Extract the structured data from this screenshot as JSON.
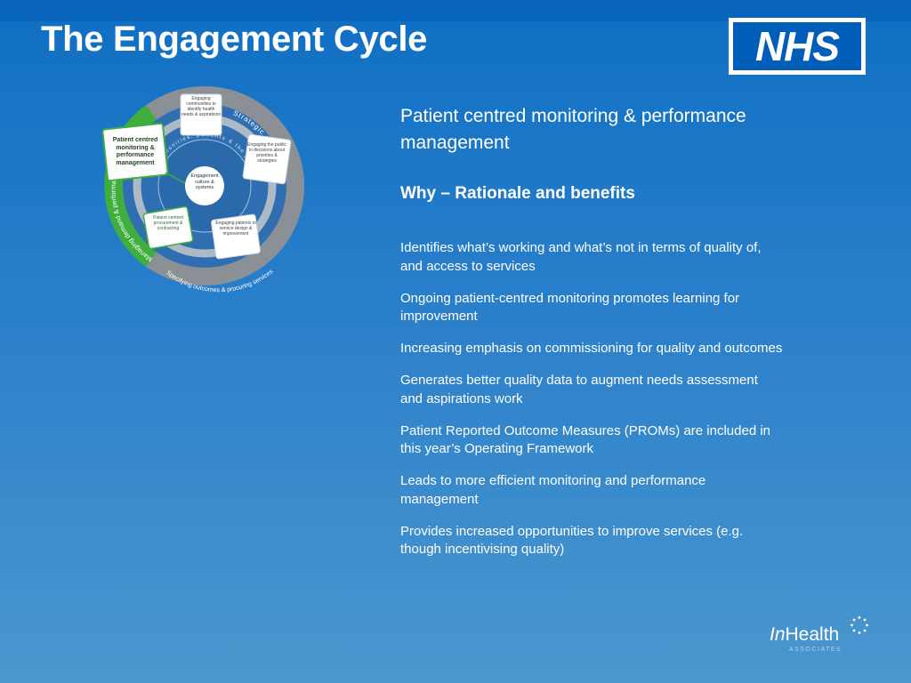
{
  "slide": {
    "title": "The Engagement Cycle"
  },
  "logos": {
    "nhs_text": "NHS",
    "brand_color": "#005eb8",
    "inhealth_prefix": "In",
    "inhealth_suffix": "Health",
    "inhealth_sub": "ASSOCIATES"
  },
  "diagram": {
    "outer_ring_labels": {
      "top": "Strategic planning",
      "bottom": "Specifying outcomes & procuring services",
      "left": "Managing demand & performance"
    },
    "center_label": "Engagement culture & systems",
    "inner_ring_text": "Communities, patients & the public",
    "stages": [
      "Engaging communities to identify health needs & aspirations",
      "Engaging the public in decisions about priorities & strategies",
      "Engaging patients in service design & improvement",
      "Patient centred procurement & contracting",
      "Patient centred monitoring & performance management"
    ],
    "colors": {
      "outer_ring": "#8a9096",
      "highlight_green": "#3fae3f",
      "inner_fill": "#2f6fb1",
      "box_fill": "#ffffff"
    }
  },
  "content": {
    "subtitle": "Patient centred monitoring & performance management",
    "rationale_heading": "Why – Rationale and benefits",
    "benefits": [
      "Identifies what’s working and what’s not in terms of quality of, and access to services",
      "Ongoing patient-centred monitoring promotes learning for improvement",
      "Increasing emphasis on commissioning for quality and outcomes",
      "Generates better quality data to augment needs assessment and aspirations work",
      "Patient Reported Outcome Measures (PROMs) are included in this year’s Operating Framework",
      "Leads to more efficient monitoring and performance management",
      "Provides increased opportunities to improve services (e.g. though incentivising quality)"
    ]
  }
}
